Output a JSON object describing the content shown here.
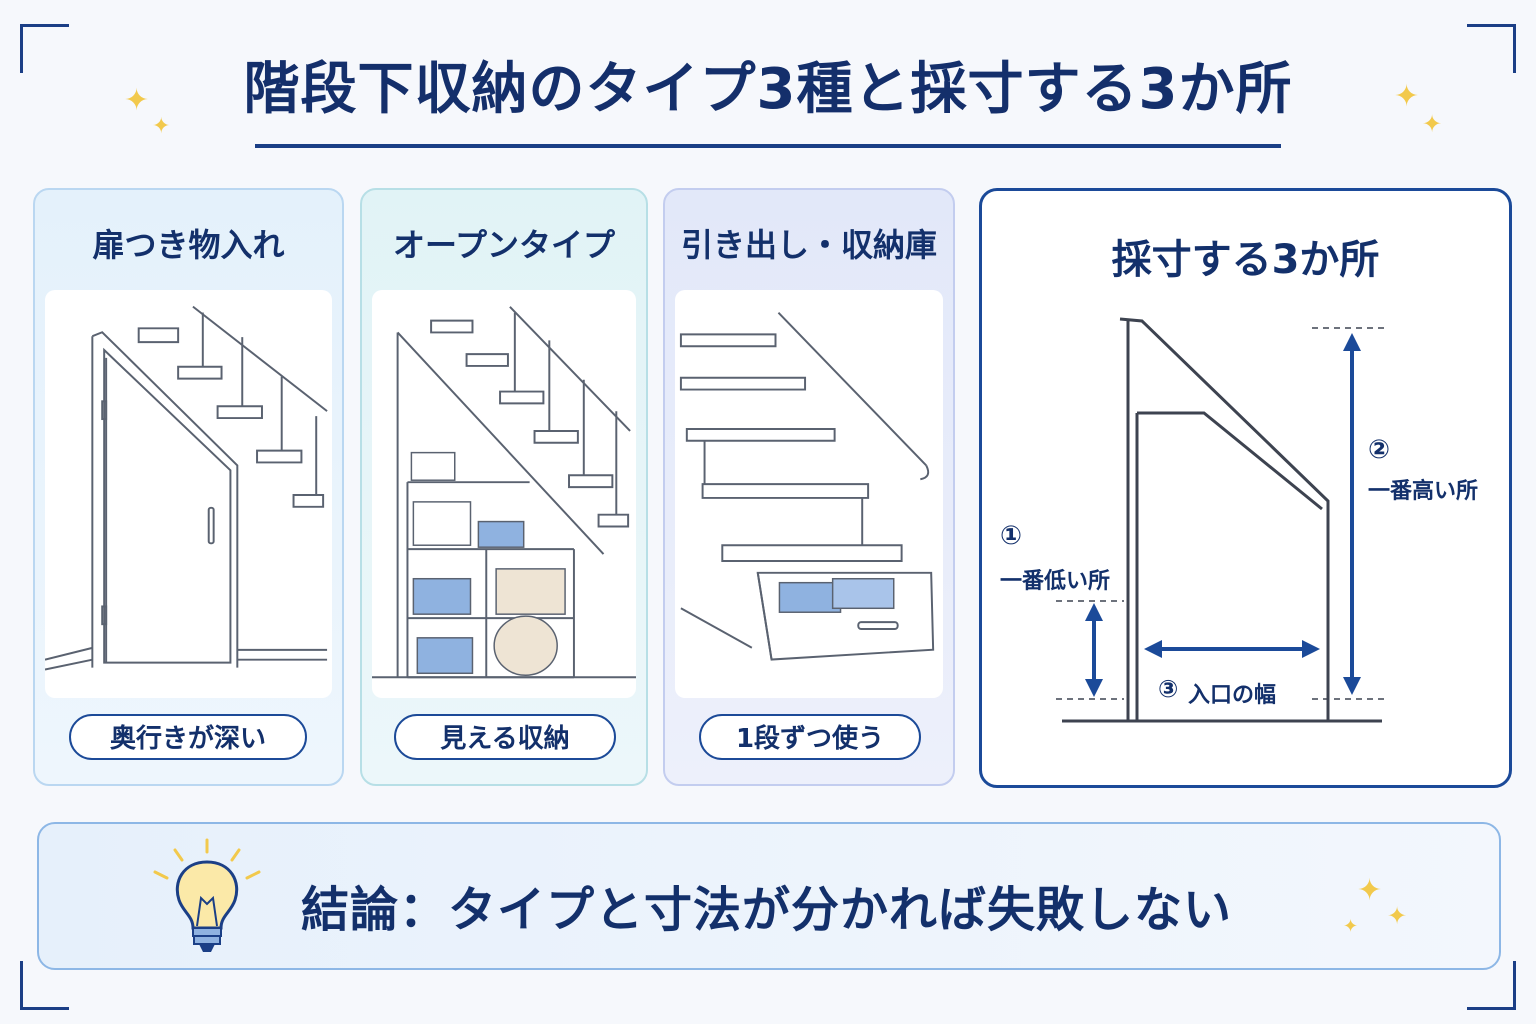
{
  "title": "階段下収納のタイプ3種と採寸する3か所",
  "types": [
    {
      "title": "扉つき物入れ",
      "tag": "奥行きが深い"
    },
    {
      "title": "オープンタイプ",
      "tag": "見える収納"
    },
    {
      "title": "引き出し・収納庫",
      "tag": "1段ずつ使う"
    }
  ],
  "measure": {
    "title": "採寸する3か所",
    "points": [
      {
        "num": "①",
        "label": "一番低い所"
      },
      {
        "num": "②",
        "label": "一番高い所"
      },
      {
        "num": "③",
        "label": "入口の幅"
      }
    ]
  },
  "conclusion": "結論：タイプと寸法が分かれば失敗しない",
  "colors": {
    "navy": "#13306b",
    "accent": "#1b4a99",
    "sparkle": "#f2c94c",
    "box_blue": "#8fb2e0"
  },
  "icons": [
    "sparkle-icon",
    "lightbulb-icon"
  ]
}
